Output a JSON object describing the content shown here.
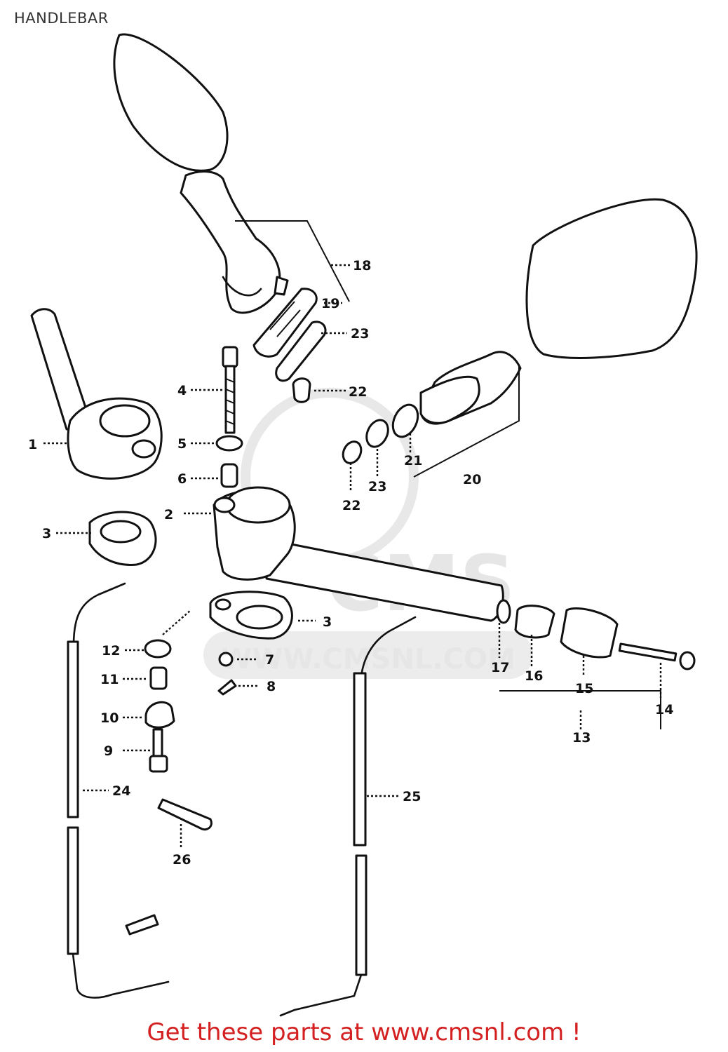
{
  "page": {
    "title": "HANDLEBAR",
    "footer": "Get these parts at www.cmsnl.com !"
  },
  "watermark": {
    "brand": "CMS",
    "url": "WWW.CMSNL.COM"
  },
  "callouts": [
    "1",
    "2",
    "3",
    "3",
    "4",
    "5",
    "6",
    "7",
    "8",
    "9",
    "10",
    "11",
    "12",
    "13",
    "14",
    "15",
    "16",
    "17",
    "18",
    "19",
    "20",
    "21",
    "22",
    "22",
    "23",
    "23",
    "24",
    "25",
    "26"
  ]
}
